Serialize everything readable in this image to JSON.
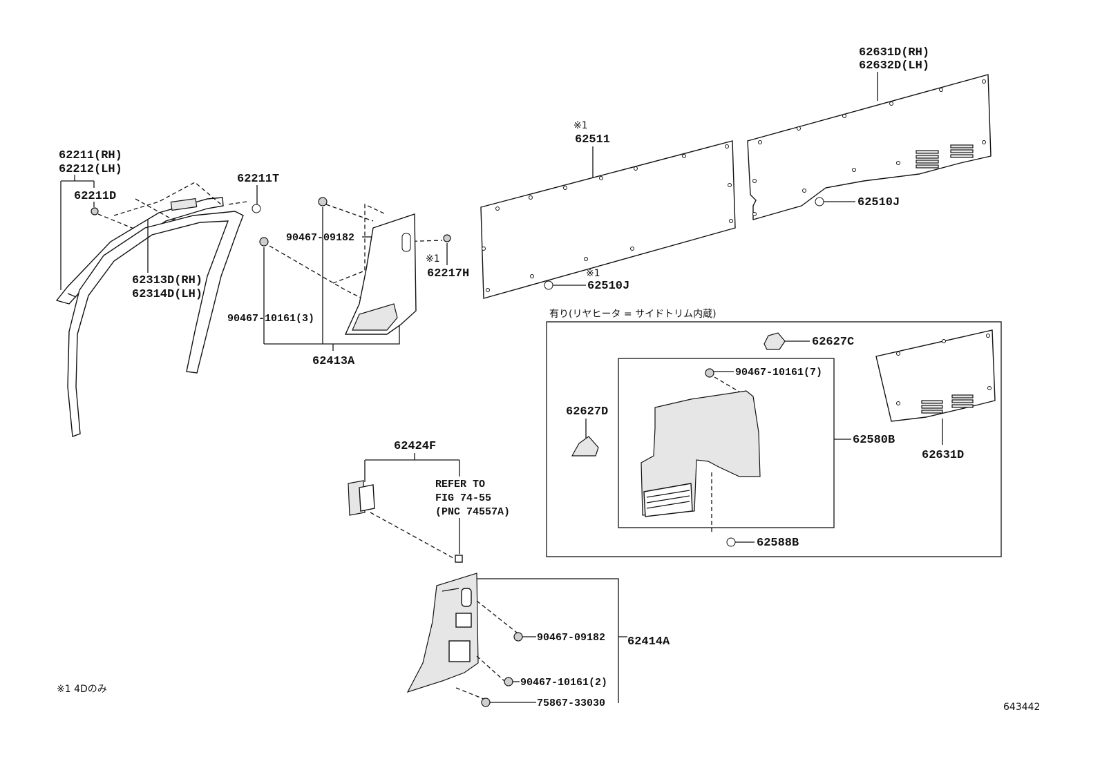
{
  "labels": {
    "p62211": "62211(RH)",
    "p62212": "62212(LH)",
    "p62211D": "62211D",
    "p62211T": "62211T",
    "p62313D": "62313D(RH)",
    "p62314D": "62314D(LH)",
    "p90467_09182_top": "90467-09182",
    "p90467_10161_3": "90467-10161(3)",
    "p62413A": "62413A",
    "p62217H": "62217H",
    "mark_62217H": "※1",
    "mark_62511": "※1",
    "p62511": "62511",
    "p62510J_left": "62510J",
    "mark_62510J_left": "※1",
    "p62631D_rh": "62631D(RH)",
    "p62632D_lh": "62632D(LH)",
    "p62510J_right": "62510J",
    "box_caption": "有り(リヤヒータ = サイドトリム内蔵)",
    "p62627C": "62627C",
    "p90467_10161_7": "90467-10161(7)",
    "p62627D": "62627D",
    "p62580B": "62580B",
    "p62631D": "62631D",
    "p62588B": "62588B",
    "p62424F": "62424F",
    "refer_line1": "REFER TO",
    "refer_line2": "FIG 74-55",
    "refer_line3": "(PNC 74557A)",
    "p90467_09182_bottom": "90467-09182",
    "p62414A": "62414A",
    "p90467_10161_2": "90467-10161(2)",
    "p75867_33030": "75867-33030",
    "footnote": "※1 4Dのみ",
    "figure_number": "643442"
  }
}
